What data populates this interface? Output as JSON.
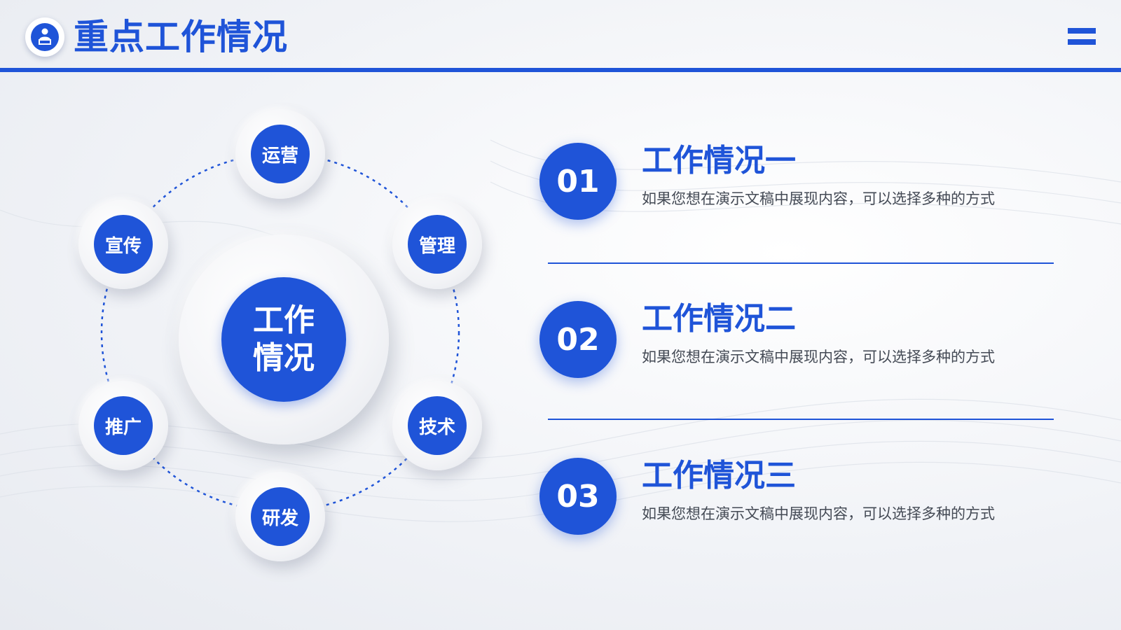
{
  "header": {
    "title": "重点工作情况",
    "logo_icon": "presenter-icon",
    "menu_icon": "menu-icon"
  },
  "diagram": {
    "center_label": "工作情况",
    "nodes": [
      "运营",
      "管理",
      "技术",
      "研发",
      "推广",
      "宣传"
    ]
  },
  "items": [
    {
      "number": "01",
      "title": "工作情况一",
      "description": "如果您想在演示文稿中展现内容，可以选择多种的方式"
    },
    {
      "number": "02",
      "title": "工作情况二",
      "description": "如果您想在演示文稿中展现内容，可以选择多种的方式"
    },
    {
      "number": "03",
      "title": "工作情况三",
      "description": "如果您想在演示文稿中展现内容，可以选择多种的方式"
    }
  ],
  "colors": {
    "accent": "#1f54d8",
    "text": "#444a55"
  }
}
